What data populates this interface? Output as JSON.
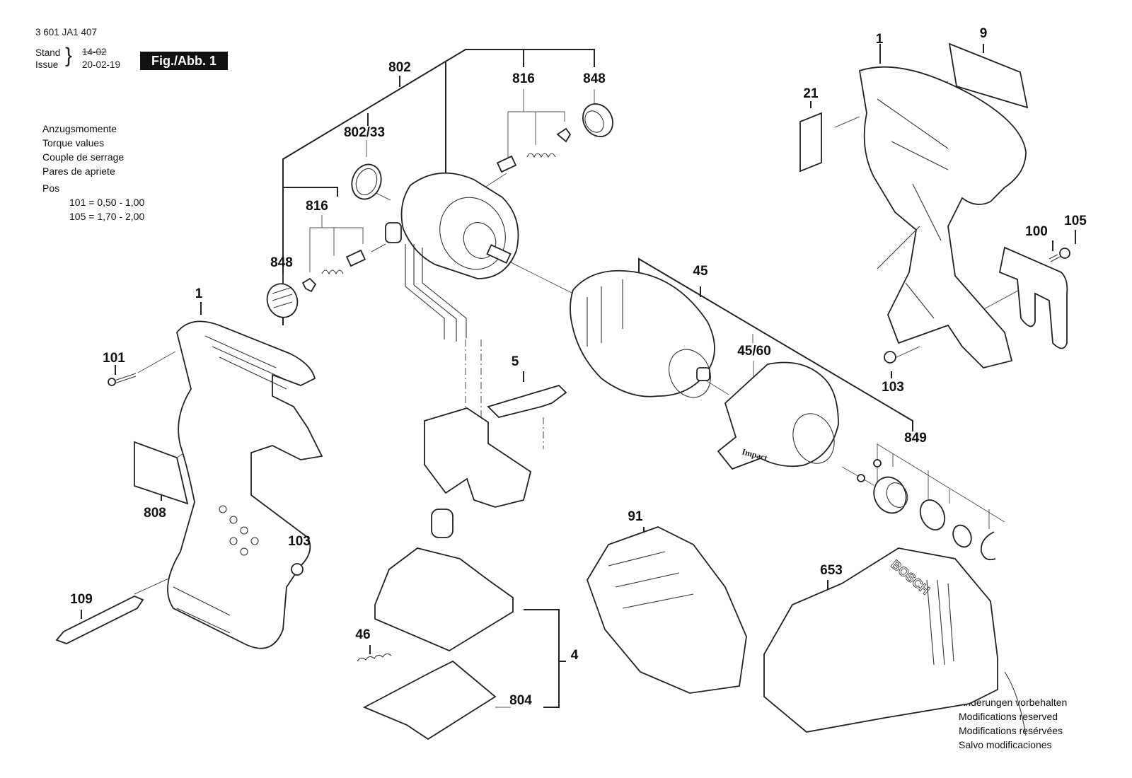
{
  "header": {
    "part_number": "3 601 JA1 407",
    "stand_label": "Stand",
    "issue_label": "Issue",
    "old_date": "14-02",
    "issue_date": "20-02-19",
    "figure_label": "Fig./Abb. 1"
  },
  "torque": {
    "title_de": "Anzugsmomente",
    "title_en": "Torque values",
    "title_fr": "Couple de serrage",
    "title_es": "Pares de apriete",
    "pos_label": "Pos",
    "rows": [
      {
        "pos": "101",
        "value": "101 =  0,50  -  1,00"
      },
      {
        "pos": "105",
        "value": "105 =  1,70  -  2,00"
      }
    ]
  },
  "disclaimer": {
    "de": "Änderungen vorbehalten",
    "en": "Modifications reserved",
    "fr": "Modifications resérvées",
    "es": "Salvo modificaciones"
  },
  "callouts": {
    "c802": "802",
    "c816a": "816",
    "c848a": "848",
    "c802_33": "802/33",
    "c816b": "816",
    "c848b": "848",
    "c1a": "1",
    "c9": "9",
    "c21": "21",
    "c100": "100",
    "c105": "105",
    "c103a": "103",
    "c45": "45",
    "c45_60": "45/60",
    "c849": "849",
    "c1b": "1",
    "c101": "101",
    "c808": "808",
    "c103b": "103",
    "c109": "109",
    "c5": "5",
    "c4": "4",
    "c46": "46",
    "c804": "804",
    "c91": "91",
    "c653": "653"
  },
  "labels": {
    "charger_brand": "BOSCH",
    "housing_text": "Impact"
  }
}
